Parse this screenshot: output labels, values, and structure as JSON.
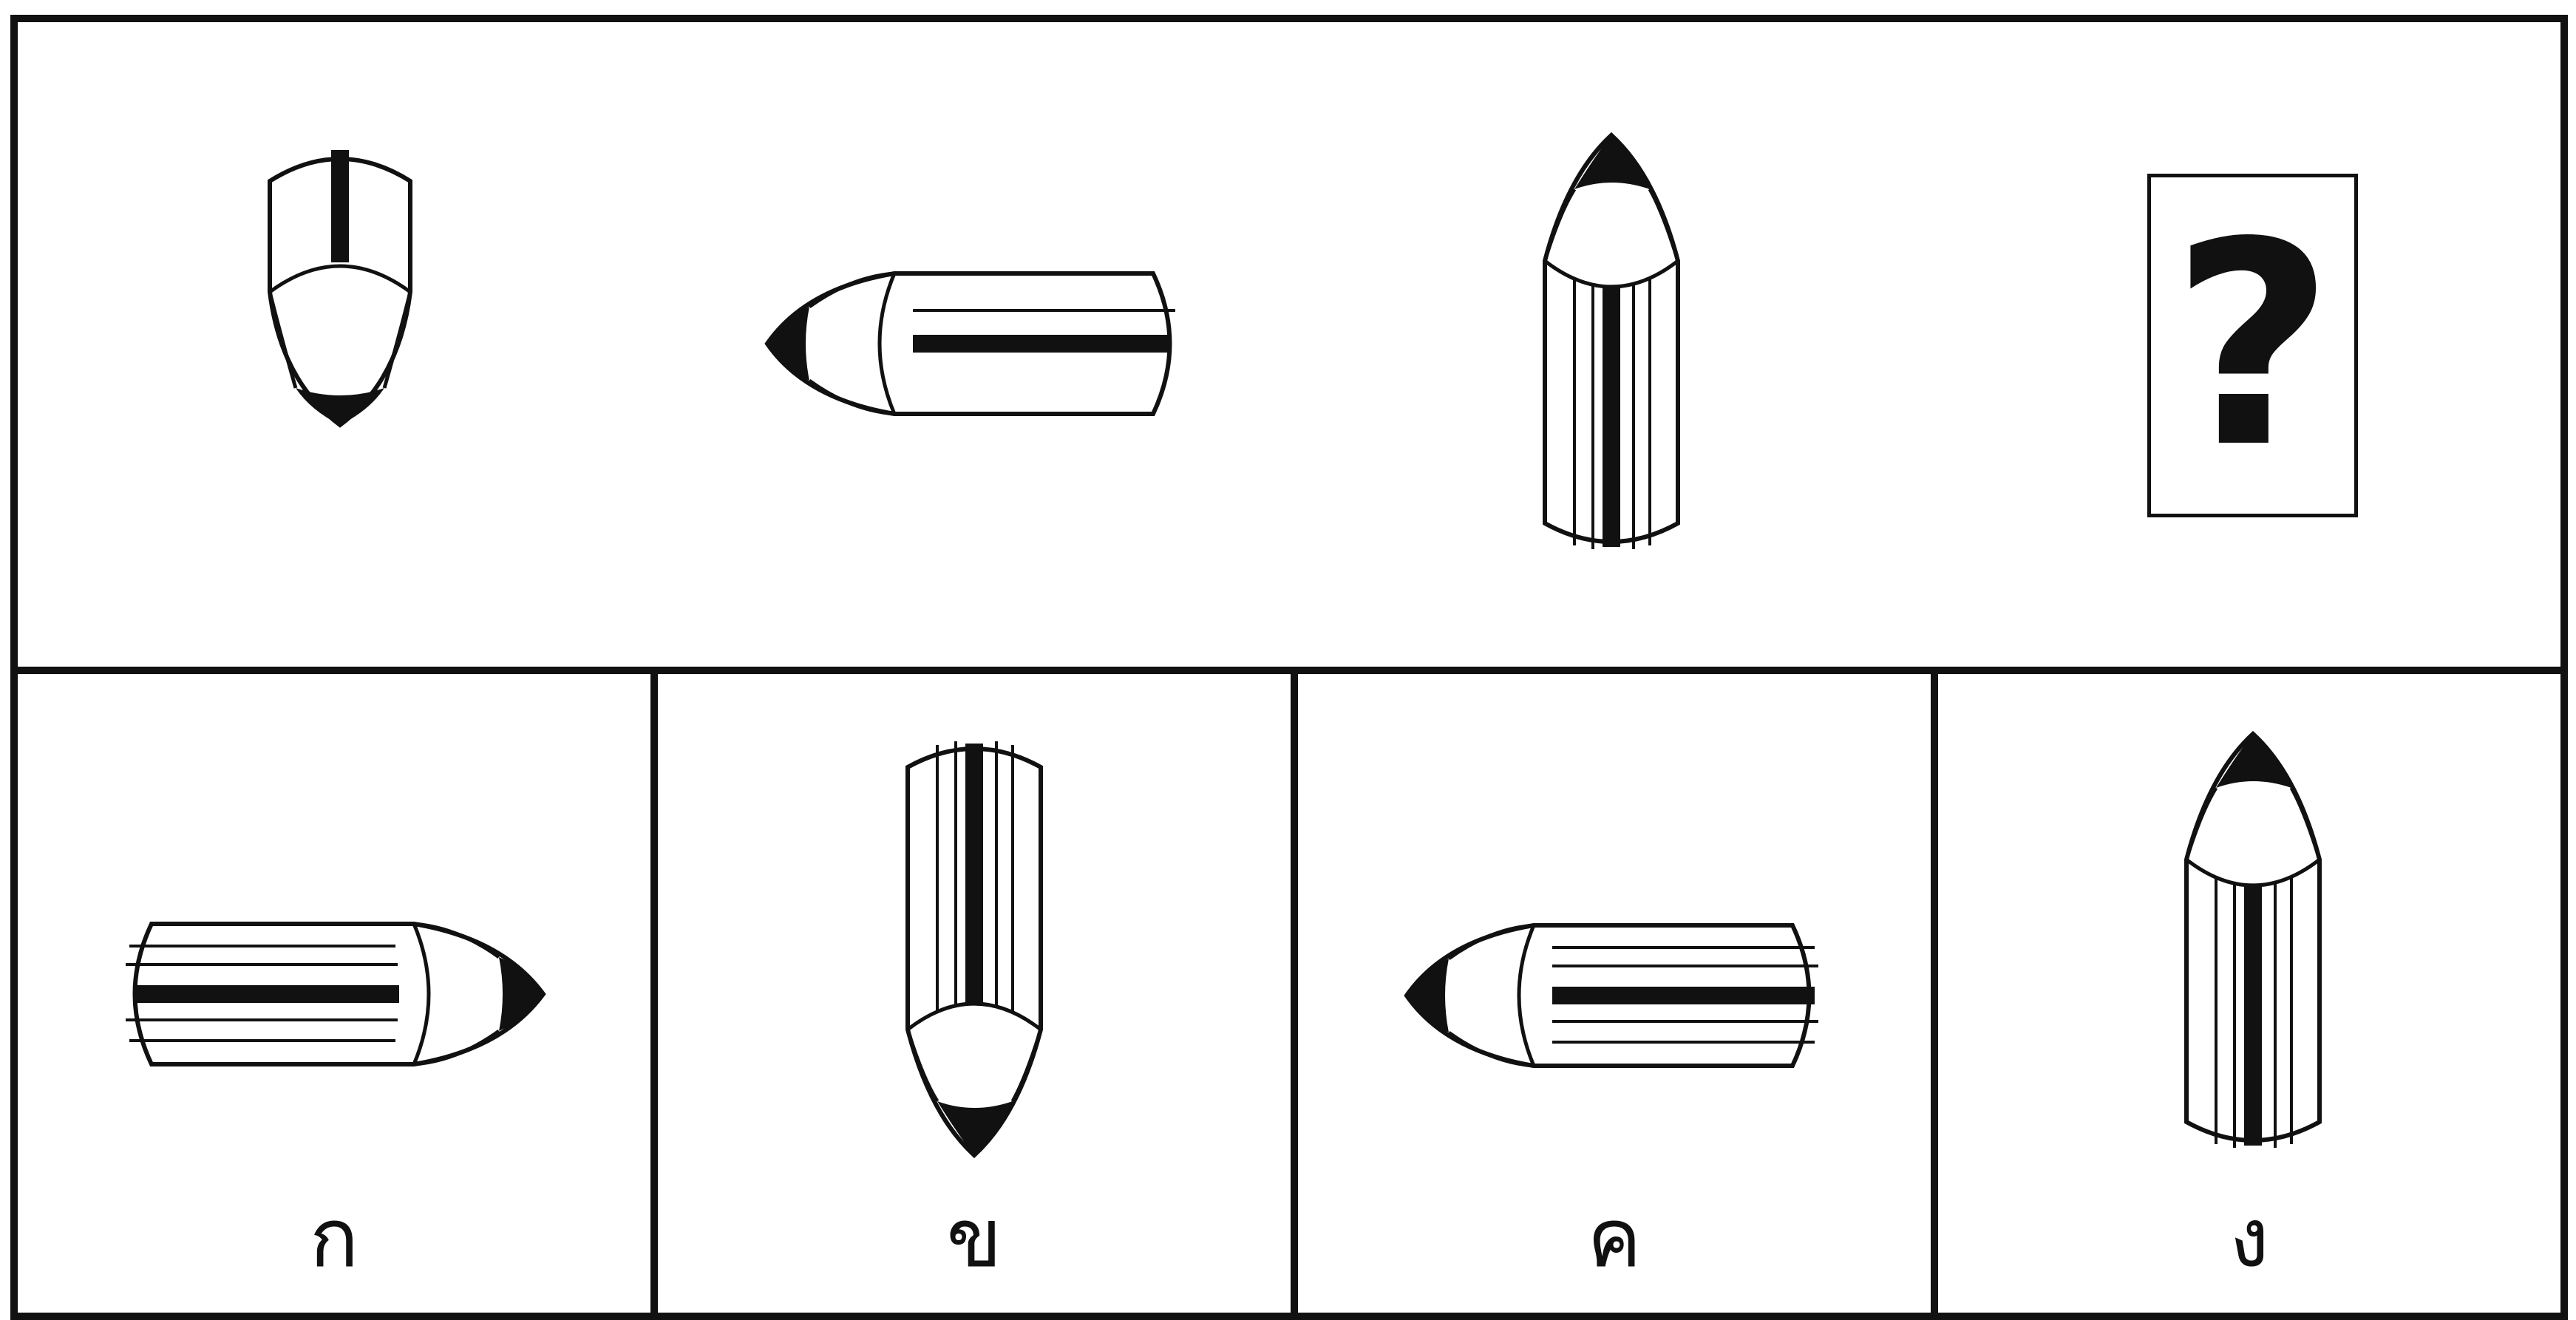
{
  "question": {
    "placeholder_symbol": "?"
  },
  "choices": [
    {
      "label": "ก"
    },
    {
      "label": "ข"
    },
    {
      "label": "ค"
    },
    {
      "label": "ง"
    }
  ]
}
